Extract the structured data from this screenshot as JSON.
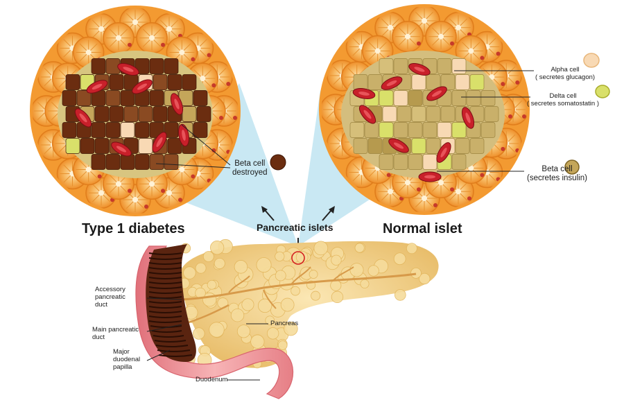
{
  "titles": {
    "left": "Type 1 diabetes",
    "center": "Pancreatic islets",
    "right": "Normal islet"
  },
  "islet_labels": {
    "alpha": [
      "Alpha cell",
      "( secretes glucagon)"
    ],
    "delta": [
      "Delta cell",
      "( secretes somatostatin )"
    ],
    "beta": [
      "Beta cell",
      "(secretes insulin)"
    ],
    "beta_destroyed": [
      "Beta cell",
      "destroyed"
    ]
  },
  "pancreas_labels": {
    "accessory_duct": [
      "Accessory",
      "pancreatic",
      "duct"
    ],
    "main_duct": [
      "Main pancreatic",
      "duct"
    ],
    "papilla": [
      "Major",
      "duodenal",
      "papilla"
    ],
    "pancreas": "Pancreas",
    "duodenum": "Duodenum"
  },
  "colors": {
    "acinar_orange": "#f29a33",
    "acinar_light": "#fbd9a0",
    "zoom_blue": "#bfe4f1",
    "beta_normal": "#c4a65a",
    "beta_destroyed": "#6b2d10",
    "alpha_cell": "#f8d9b4",
    "delta_cell": "#d9e06a",
    "red_blood_cell": "#c8202a",
    "pancreas": "#f3d58c",
    "duodenum_pink": "#f29a9e"
  }
}
